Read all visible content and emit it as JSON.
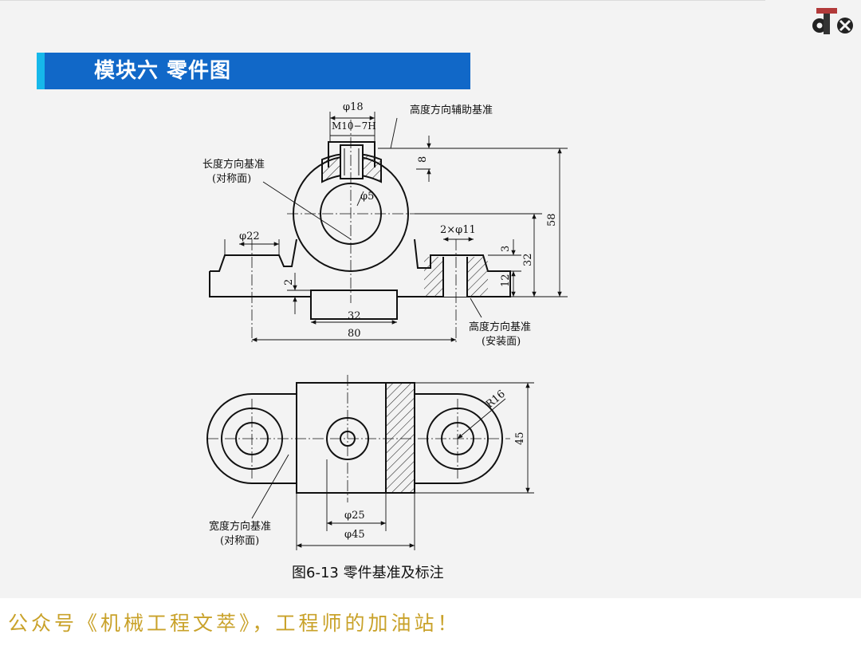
{
  "header": {
    "title": "模块六  零件图"
  },
  "logo": {
    "icon": "gear-logo-icon"
  },
  "figure": {
    "caption": "图6-13  零件基准及标注",
    "front_view": {
      "dim_phi18": "φ18",
      "dim_thread": "M10−7H",
      "note_height_aux": "高度方向辅助基准",
      "note_length_datum": "长度方向基准",
      "note_length_datum_sub": "(对称面)",
      "dim_8": "8",
      "dim_phi5": "φ5",
      "dim_58": "58",
      "dim_phi22": "φ22",
      "dim_2xphi11": "2×φ11",
      "dim_3": "3",
      "dim_32v": "32",
      "dim_12": "12",
      "dim_2": "2",
      "dim_32": "32",
      "dim_80": "80",
      "note_height_datum": "高度方向基准",
      "note_height_datum_sub": "(安装面)"
    },
    "top_view": {
      "dim_r16": "R16",
      "dim_45v": "45",
      "dim_phi25": "φ25",
      "dim_phi45": "φ45",
      "note_width_datum": "宽度方向基准",
      "note_width_datum_sub": "(对称面)"
    }
  },
  "footer": {
    "text": "公众号《机械工程文萃》，工程师的加油站！"
  },
  "colors": {
    "title_bar": "#1168c8",
    "title_accent": "#16b8ea",
    "footer_text": "#c9a22a"
  }
}
